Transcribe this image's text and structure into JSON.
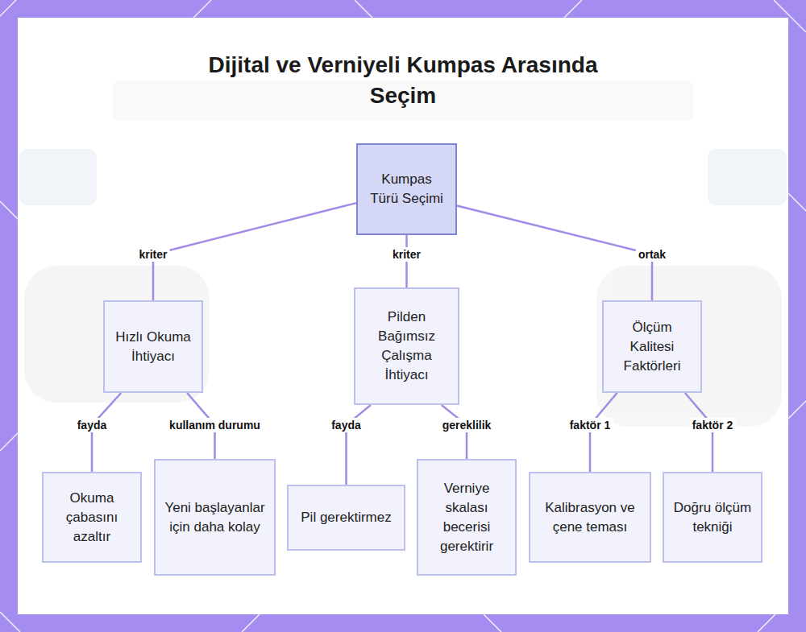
{
  "diagram": {
    "title": "Dijital ve Verniyeli Kumpas Arasında Seçim",
    "nodes": [
      {
        "text": [
          "Kumpas Türü Seçimi"
        ]
      },
      {
        "text": [
          "Hızlı Okuma İhtiyacı"
        ]
      },
      {
        "text": [
          "Pilden Bağımsız Çalışma İhtiyacı"
        ]
      },
      {
        "text": [
          "Ölçüm Kalitesi Faktörleri"
        ]
      },
      {
        "text": [
          "Okuma çabasını azaltır"
        ]
      },
      {
        "text": [
          "Yeni başlayanlar için daha kolay"
        ]
      },
      {
        "text": [
          "Pil gerektirmez"
        ]
      },
      {
        "text": [
          "Verniye skalası becerisi gerektirir"
        ]
      },
      {
        "text": [
          "Kalibrasyon ve çene teması"
        ]
      },
      {
        "text": [
          "Doğru ölçüm tekniği"
        ]
      }
    ],
    "edges": [
      {
        "from": 0,
        "to": 1,
        "arrow": "none",
        "label": "kriter"
      },
      {
        "from": 0,
        "to": 2,
        "arrow": "none",
        "label": "kriter"
      },
      {
        "from": 0,
        "to": 3,
        "arrow": "none",
        "label": "ortak"
      },
      {
        "from": 1,
        "to": 4,
        "arrow": "none",
        "label": "fayda"
      },
      {
        "from": 1,
        "to": 5,
        "arrow": "none",
        "label": "kullanım durumu"
      },
      {
        "from": 2,
        "to": 6,
        "arrow": "none",
        "label": "fayda"
      },
      {
        "from": 2,
        "to": 7,
        "arrow": "none",
        "label": "gereklilik"
      },
      {
        "from": 3,
        "to": 8,
        "arrow": "none",
        "label": "faktör 1"
      },
      {
        "from": 3,
        "to": 9,
        "arrow": "none",
        "label": "faktör 2"
      }
    ]
  }
}
